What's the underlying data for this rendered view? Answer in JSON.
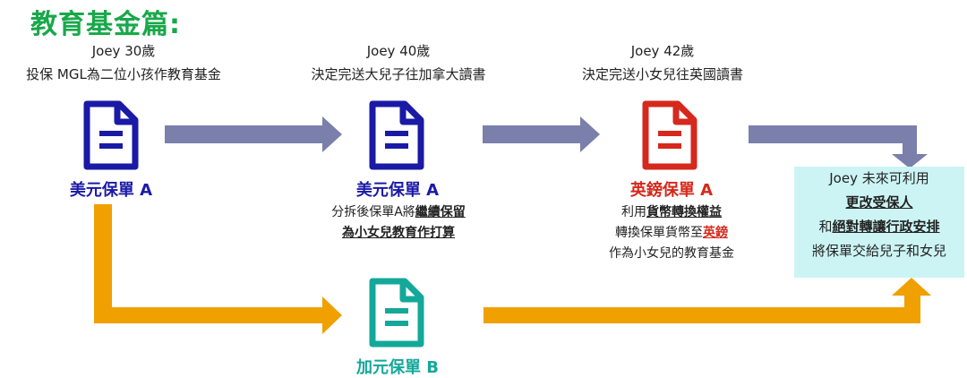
{
  "title": "教育基金篇:",
  "colors": {
    "title_green": "#19a84a",
    "usd_blue": "#1a1aa6",
    "gbp_red": "#d6281c",
    "cad_teal": "#14a89a",
    "arrow_purple": "#7a7fac",
    "arrow_orange": "#f0a000",
    "box_bg": "#ccf4f4"
  },
  "stages": [
    {
      "age": "Joey 30歲",
      "event": "投保 MGL為二位小孩作教育基金"
    },
    {
      "age": "Joey 40歲",
      "event": "決定完送大兒子往加拿大讀書"
    },
    {
      "age": "Joey 42歲",
      "event": "決定完送小女兒往英國讀書"
    }
  ],
  "plans": {
    "usd_a_first": "美元保單 A",
    "usd_a_second": "美元保單 A",
    "gbp_a": "英鎊保單 A",
    "cad_b": "加元保單 B"
  },
  "notes": {
    "usd": {
      "line1_pre": "分拆後保單A將",
      "line1_u": "繼續保留",
      "line2_u": "為小女兒教育作打算"
    },
    "gbp": {
      "line1_pre": "利用",
      "line1_u": "貨幣轉換權益",
      "line2_pre": "轉換保單貨幣至",
      "line2_u": "英鎊",
      "line3": "作為小女兒的教育基金"
    }
  },
  "result": {
    "line1": "Joey 未來可利用",
    "line2": "更改受保人",
    "line3_pre": "和",
    "line3_u": "絕對轉讓行政安排",
    "line4": "將保單交給兒子和女兒"
  },
  "icons": [
    "document-icon"
  ]
}
